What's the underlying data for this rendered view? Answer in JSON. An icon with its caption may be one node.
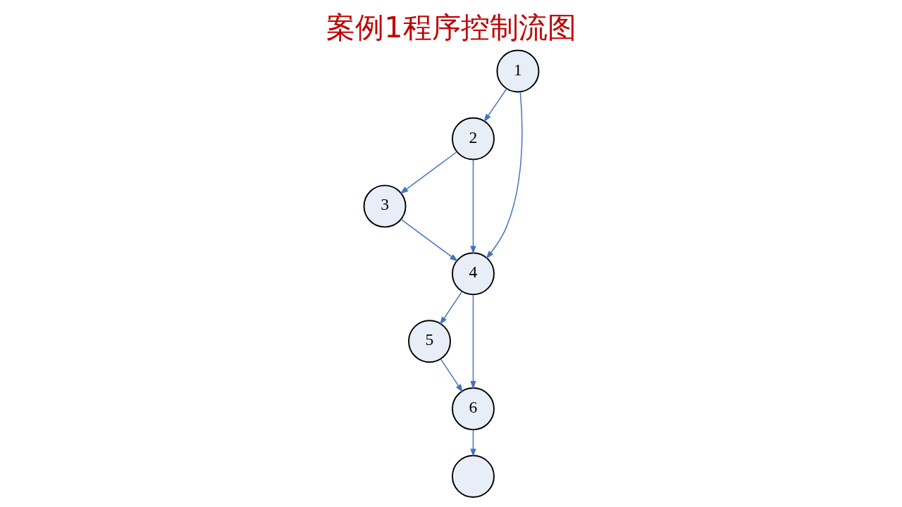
{
  "diagram": {
    "title": "案例1程序控制流图",
    "nodes": [
      {
        "text": [
          "1"
        ]
      },
      {
        "text": [
          "2"
        ]
      },
      {
        "text": [
          "3"
        ]
      },
      {
        "text": [
          "4"
        ]
      },
      {
        "text": [
          "5"
        ]
      },
      {
        "text": [
          "6"
        ]
      },
      {
        "text": [],
        "shape": "circle"
      }
    ],
    "edges": [
      {
        "from": 0,
        "to": 1,
        "arrow": "to"
      },
      {
        "from": 0,
        "to": 3,
        "arrow": "to"
      },
      {
        "from": 1,
        "to": 2,
        "arrow": "to"
      },
      {
        "from": 1,
        "to": 3,
        "arrow": "to"
      },
      {
        "from": 2,
        "to": 3,
        "arrow": "to"
      },
      {
        "from": 3,
        "to": 4,
        "arrow": "to"
      },
      {
        "from": 3,
        "to": 5,
        "arrow": "to"
      },
      {
        "from": 4,
        "to": 5,
        "arrow": "to"
      },
      {
        "from": 5,
        "to": 6,
        "arrow": "to"
      }
    ]
  }
}
